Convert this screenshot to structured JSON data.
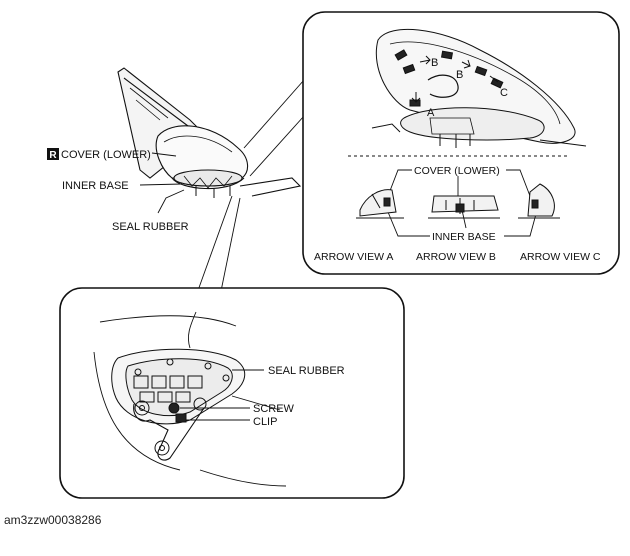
{
  "labels": {
    "r_marker": "R",
    "cover_lower": "COVER (LOWER)",
    "inner_base": "INNER BASE",
    "seal_rubber": "SEAL RUBBER",
    "detail_cover_lower": "COVER (LOWER)",
    "detail_inner_base": "INNER BASE",
    "arrow_view_a": "ARROW VIEW A",
    "arrow_view_b": "ARROW VIEW B",
    "arrow_view_c": "ARROW VIEW C",
    "letter_a": "A",
    "letter_b1": "B",
    "letter_b2": "B",
    "letter_c": "C",
    "bottom_seal_rubber": "SEAL RUBBER",
    "bottom_screw": "SCREW",
    "bottom_clip": "CLIP"
  },
  "figure_id": "am3zzw00038286",
  "colors": {
    "line": "#111111",
    "marker_bg": "#111111",
    "marker_fg": "#ffffff"
  }
}
